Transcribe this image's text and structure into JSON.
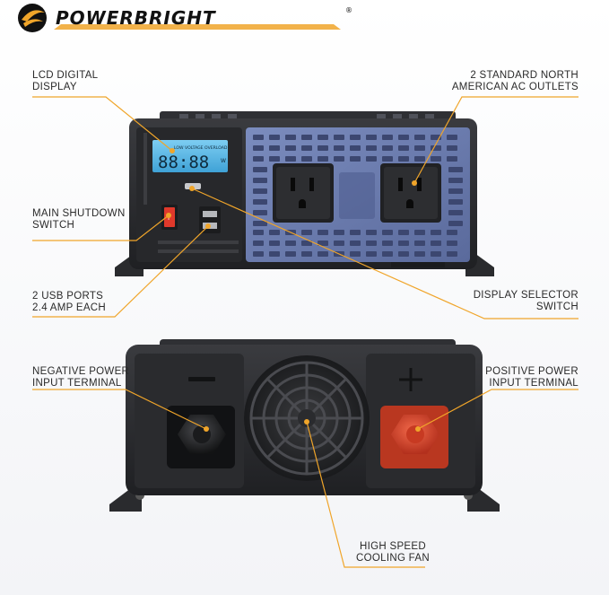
{
  "brand": {
    "logo_text": "POWERBRIGHT",
    "registered_mark": "®",
    "accent_color": "#f0a52a"
  },
  "labels": {
    "lcd": [
      "LCD DIGITAL",
      "DISPLAY"
    ],
    "outlets": [
      "2 STANDARD NORTH",
      "AMERICAN AC OUTLETS"
    ],
    "shutdown": [
      "MAIN SHUTDOWN",
      "SWITCH"
    ],
    "usb": [
      "2 USB PORTS",
      "2.4 AMP EACH"
    ],
    "selector": [
      "DISPLAY SELECTOR",
      "SWITCH"
    ],
    "negative": [
      "NEGATIVE POWER",
      "INPUT TERMINAL"
    ],
    "positive": [
      "POSITIVE POWER",
      "INPUT TERMINAL"
    ],
    "fan": [
      "HIGH SPEED",
      "COOLING FAN"
    ]
  },
  "lcd_screen": {
    "status_text": "LOW VOLTAGE OVERLOAD",
    "digits": "88:88",
    "unit": "W"
  },
  "colors": {
    "leader_line": "#f0a52a",
    "panel_blue": "#6d7fb0",
    "housing": "#2c2d30",
    "lcd": "#56b6e6",
    "positive_terminal": "#d8442a",
    "shutdown_switch": "#e0392b"
  }
}
